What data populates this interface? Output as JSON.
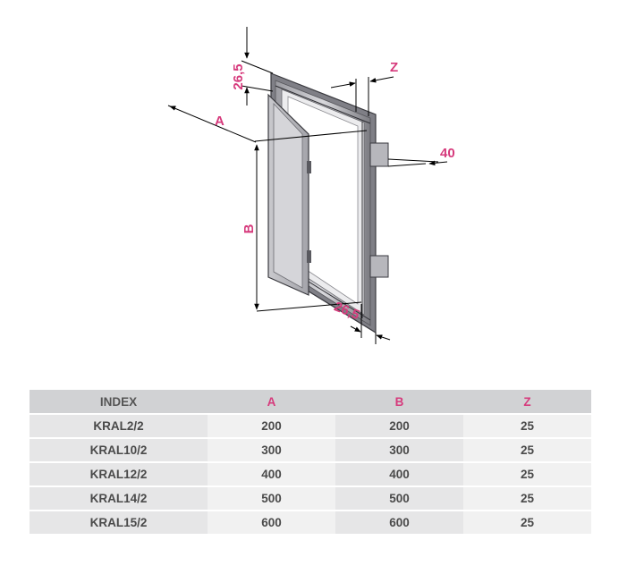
{
  "colors": {
    "accent": "#d63a7c",
    "header_bg": "#d1d2d4",
    "row_dark": "#e6e6e7",
    "row_light": "#f1f1f1"
  },
  "drawing": {
    "dim_top": "26,5",
    "dim_z": "Z",
    "dim_a": "A",
    "dim_b": "B",
    "dim_40": "40",
    "dim_bottom": "26,5"
  },
  "table": {
    "headers": [
      "INDEX",
      "A",
      "B",
      "Z"
    ],
    "rows": [
      [
        "KRAL2/2",
        "200",
        "200",
        "25"
      ],
      [
        "KRAL10/2",
        "300",
        "300",
        "25"
      ],
      [
        "KRAL12/2",
        "400",
        "400",
        "25"
      ],
      [
        "KRAL14/2",
        "500",
        "500",
        "25"
      ],
      [
        "KRAL15/2",
        "600",
        "600",
        "25"
      ]
    ]
  }
}
